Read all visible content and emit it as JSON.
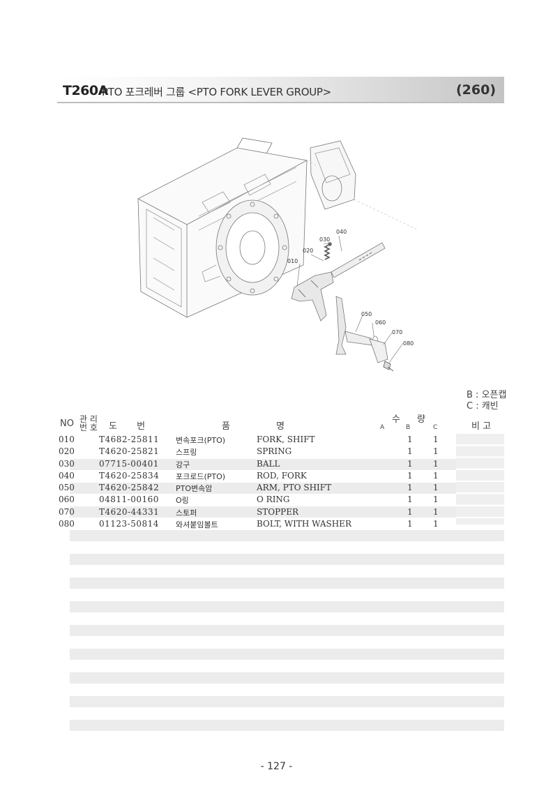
{
  "header": {
    "code": "T260A",
    "title": "PTO 포크레버 그룹 <PTO FORK LEVER GROUP>",
    "page_ref": "(260)"
  },
  "diagram": {
    "callouts": [
      "010",
      "020",
      "030",
      "040",
      "050",
      "060",
      "070",
      "080"
    ]
  },
  "legend": {
    "b": "B : 오픈캡",
    "c": "C : 캐빈"
  },
  "table": {
    "col_no": "NO",
    "col_mgmt_1": "관 리",
    "col_mgmt_2": "번 호",
    "col_drawing": "도 번",
    "col_name_1": "품",
    "col_name_2": "명",
    "col_qty_1": "수",
    "col_qty_2": "량",
    "col_a": "A",
    "col_b": "B",
    "col_c": "C",
    "col_remarks": "비 고",
    "rows": [
      {
        "no": "010",
        "part": "T4682-25811",
        "kr": "변속포크(PTO)",
        "en": "FORK, SHIFT",
        "b": "1",
        "c": "1"
      },
      {
        "no": "020",
        "part": "T4620-25821",
        "kr": "스프링",
        "en": "SPRING",
        "b": "1",
        "c": "1"
      },
      {
        "no": "030",
        "part": "07715-00401",
        "kr": "강구",
        "en": "BALL",
        "b": "1",
        "c": "1"
      },
      {
        "no": "040",
        "part": "T4620-25834",
        "kr": "포크로드(PTO)",
        "en": "ROD, FORK",
        "b": "1",
        "c": "1"
      },
      {
        "no": "050",
        "part": "T4620-25842",
        "kr": "PTO변속암",
        "en": "ARM, PTO SHIFT",
        "b": "1",
        "c": "1"
      },
      {
        "no": "060",
        "part": "04811-00160",
        "kr": "O링",
        "en": "O RING",
        "b": "1",
        "c": "1"
      },
      {
        "no": "070",
        "part": "T4620-44331",
        "kr": "스토퍼",
        "en": "STOPPER",
        "b": "1",
        "c": "1"
      },
      {
        "no": "080",
        "part": "01123-50814",
        "kr": "와셔붙임볼트",
        "en": "BOLT, WITH WASHER",
        "b": "1",
        "c": "1"
      }
    ]
  },
  "footer": {
    "page": "- 127 -"
  }
}
